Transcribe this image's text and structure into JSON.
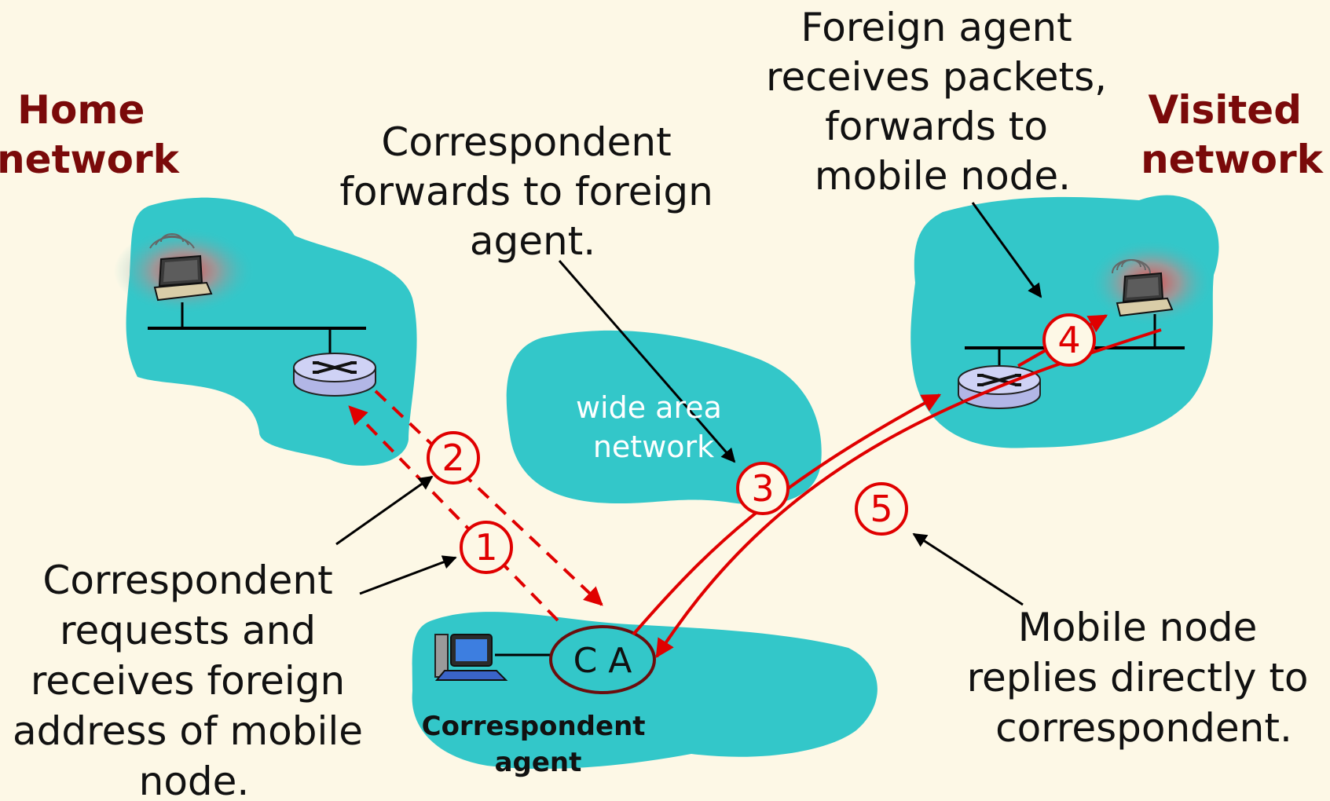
{
  "labels": {
    "home_network": [
      "Home",
      "network"
    ],
    "visited_network": [
      "Visited",
      "network"
    ],
    "foreign_agent_note": [
      "Foreign agent",
      "receives packets,",
      "forwards to",
      "mobile node."
    ],
    "correspondent_forward_note": [
      "Correspondent",
      "forwards to foreign",
      "agent."
    ],
    "correspondent_request_note": [
      "Correspondent",
      "requests and",
      "receives foreign",
      "address of mobile",
      "node."
    ],
    "mobile_reply_note": [
      "Mobile node",
      "replies directly to",
      "correspondent."
    ],
    "wan": [
      "wide area",
      "network"
    ],
    "ca_circle": "C A",
    "correspondent_agent": [
      "Correspondent",
      "agent"
    ]
  },
  "steps": [
    "1",
    "2",
    "3",
    "4",
    "5"
  ],
  "colors": {
    "background": "#fdf8e6",
    "cloud": "#33c7c9",
    "arrow_red": "#e00000",
    "title_red": "#7a0a0a",
    "text": "#111111"
  },
  "icons": [
    "laptop-icon",
    "router-icon",
    "desktop-computer-icon",
    "wireless-signal-icon"
  ]
}
